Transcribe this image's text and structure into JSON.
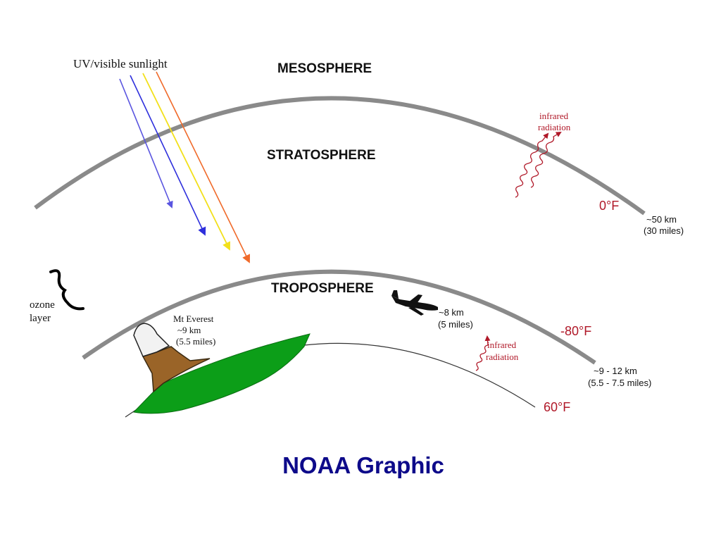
{
  "diagram": {
    "sunlight_label": "UV/visible sunlight",
    "layers": {
      "mesosphere": "MESOSPHERE",
      "stratosphere": "STRATOSPHERE",
      "troposphere": "TROPOSPHERE"
    },
    "infrared_upper": {
      "line1": "infrared",
      "line2": "radiation"
    },
    "infrared_lower": {
      "line1": "infrared",
      "line2": "radiation"
    },
    "temperatures": {
      "stratosphere_top": "0°F",
      "tropopause": "-80°F",
      "surface": "60°F"
    },
    "stratopause_height": {
      "line1": "~50 km",
      "line2": "(30 miles)"
    },
    "tropopause_height": {
      "line1": "~9 - 12 km",
      "line2": "(5.5 - 7.5 miles)"
    },
    "everest": {
      "line1": "Mt Everest",
      "line2": "~9 km",
      "line3": "(5.5 miles)"
    },
    "airplane": {
      "line1": "~8 km",
      "line2": "(5 miles)"
    },
    "ozone": {
      "line1": "ozone",
      "line2": "layer"
    },
    "colors": {
      "atmosphere_boundary": "#8a8a8a",
      "uv_violet": "#5a55e0",
      "uv_blue": "#2e2fdc",
      "visible_yellow": "#f2e01a",
      "visible_orange": "#f06a2a",
      "infrared": "#b01828",
      "land_green": "#0c9e18",
      "mountain_brown": "#9a6428",
      "snow": "#f2f2f2"
    }
  },
  "caption": "NOAA Graphic"
}
